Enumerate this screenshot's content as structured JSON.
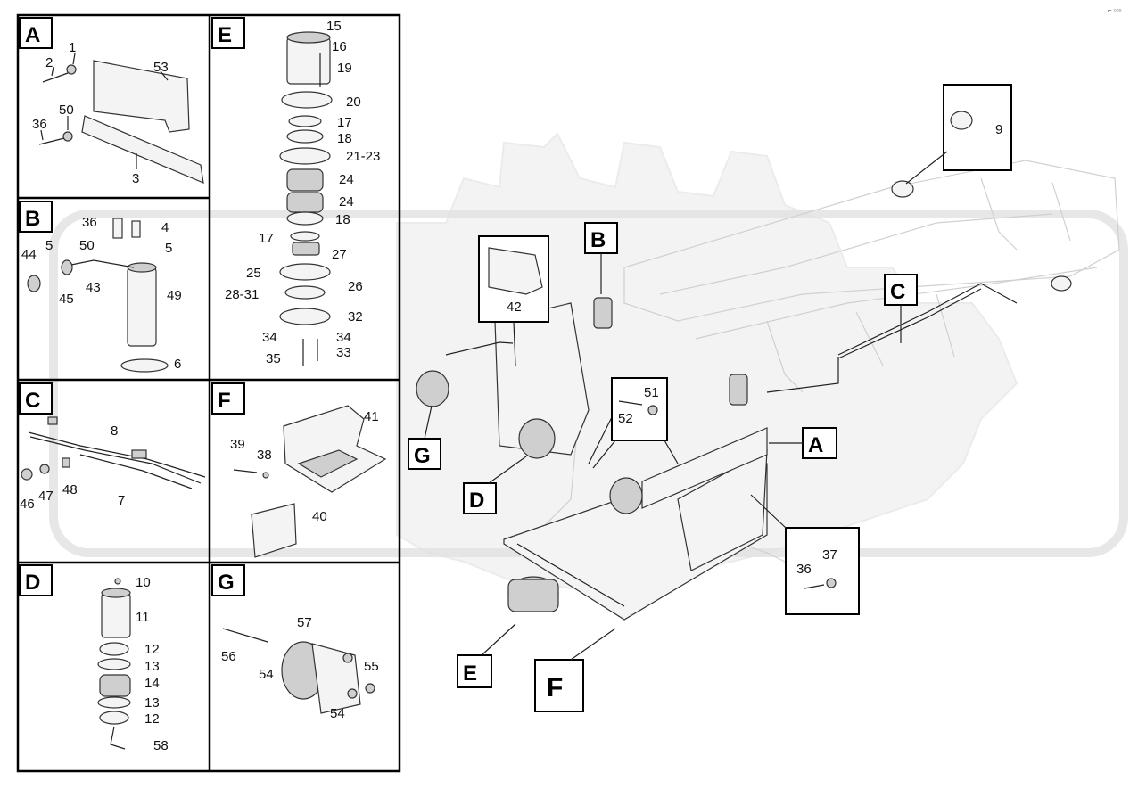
{
  "page_marker": "⌐ ▫▫▫",
  "panels": {
    "A": {
      "title": "A",
      "callouts": [
        "1",
        "2",
        "53",
        "36",
        "50",
        "3"
      ]
    },
    "B": {
      "title": "B",
      "callouts": [
        "36",
        "4",
        "44",
        "5",
        "50",
        "5",
        "45",
        "43",
        "49",
        "6"
      ]
    },
    "C": {
      "title": "C",
      "callouts": [
        "8",
        "46",
        "47",
        "48",
        "7"
      ]
    },
    "D": {
      "title": "D",
      "callouts": [
        "10",
        "11",
        "12",
        "13",
        "14",
        "13",
        "12",
        "58"
      ]
    },
    "E": {
      "title": "E",
      "callouts": [
        "15",
        "16",
        "19",
        "20",
        "17",
        "18",
        "21-23",
        "24",
        "24",
        "18",
        "17",
        "27",
        "25",
        "26",
        "28-31",
        "32",
        "34",
        "34",
        "35",
        "33"
      ]
    },
    "F": {
      "title": "F",
      "callouts": [
        "41",
        "39",
        "38",
        "40"
      ]
    },
    "G": {
      "title": "G",
      "callouts": [
        "57",
        "56",
        "55",
        "54",
        "54"
      ]
    }
  },
  "main_view": {
    "section_labels": [
      "A",
      "B",
      "C",
      "D",
      "E",
      "F",
      "G"
    ],
    "callouts": {
      "c9": "9",
      "c42": "42",
      "c51": "51",
      "c52": "52",
      "c36": "36",
      "c37": "37"
    }
  }
}
